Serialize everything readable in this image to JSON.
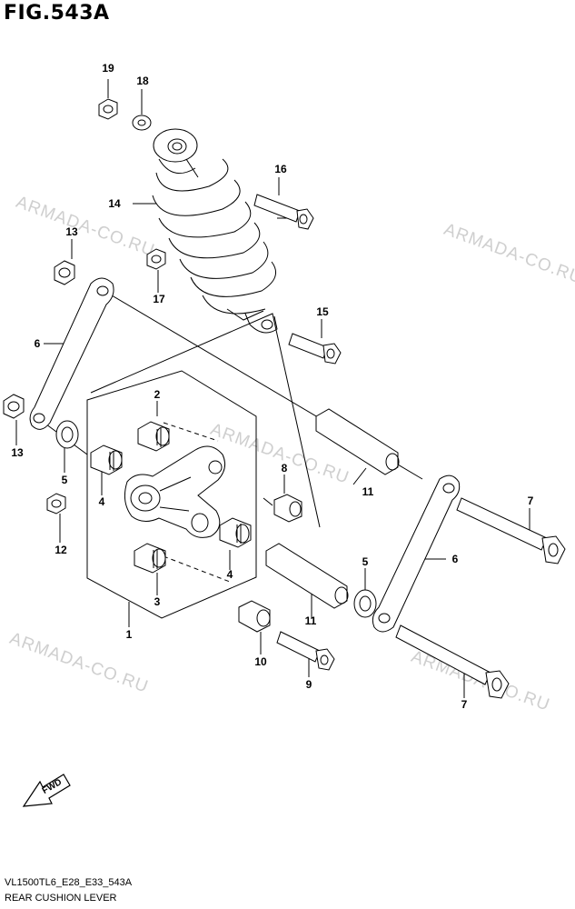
{
  "figure": {
    "title": "FIG.543A"
  },
  "watermarks": [
    "ARMADA-CO.RU",
    "ARMADA-CO.RU",
    "ARMADA-CO.RU",
    "ARMADA-CO.RU",
    "ARMADA-CO.RU"
  ],
  "callouts": [
    "19",
    "18",
    "16",
    "14",
    "13",
    "17",
    "15",
    "6",
    "2",
    "13",
    "8",
    "5",
    "11",
    "4",
    "7",
    "12",
    "6",
    "5",
    "4",
    "3",
    "11",
    "1",
    "10",
    "9",
    "7"
  ],
  "fwd_label": "FWD",
  "footer": {
    "code": "VL1500TL6_E28_E33_543A",
    "caption": "REAR CUSHION LEVER"
  }
}
